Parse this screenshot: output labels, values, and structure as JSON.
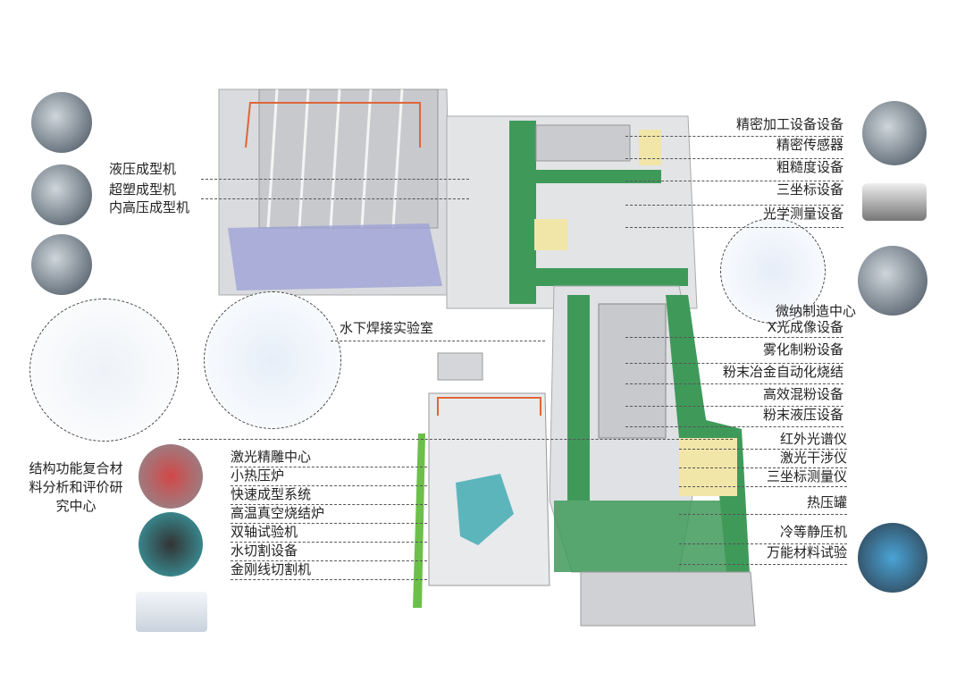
{
  "left_top_labels": [
    "液压成型机",
    "超塑成型机",
    "内高压成型机"
  ],
  "underwater_lab": "水下焊接实验室",
  "left_center": "结构功能复合材料分析和评价研究中心",
  "left_center_lines": [
    "结构功能复合材",
    "料分析和评价研",
    "究中心"
  ],
  "left_bottom_labels": [
    "激光精雕中心",
    "小热压炉",
    "快速成型系统",
    "高温真空烧结炉",
    "双轴试验机",
    "水切割设备",
    "金刚线切割机"
  ],
  "right_top_labels": [
    "精密加工设备设备",
    "精密传感器",
    "粗糙度设备",
    "三坐标设备",
    "光学测量设备"
  ],
  "micro_nano_center": "微纳制造中心",
  "right_mid_labels": [
    "X光成像设备",
    "雾化制粉设备",
    "粉末冶金自动化烧结",
    "高效混粉设备",
    "粉末液压设备"
  ],
  "right_lower_labels": [
    "红外光谱仪",
    "激光干涉仪",
    "三坐标测量仪",
    "热压罐",
    "冷等静压机",
    "万能材料试验"
  ],
  "colors": {
    "corridor": "#3f9a5a",
    "highlight": "#f1e6a8",
    "pipe": "#e0653a",
    "pool": "#3aa7b0",
    "grid": "#8a90c8"
  }
}
